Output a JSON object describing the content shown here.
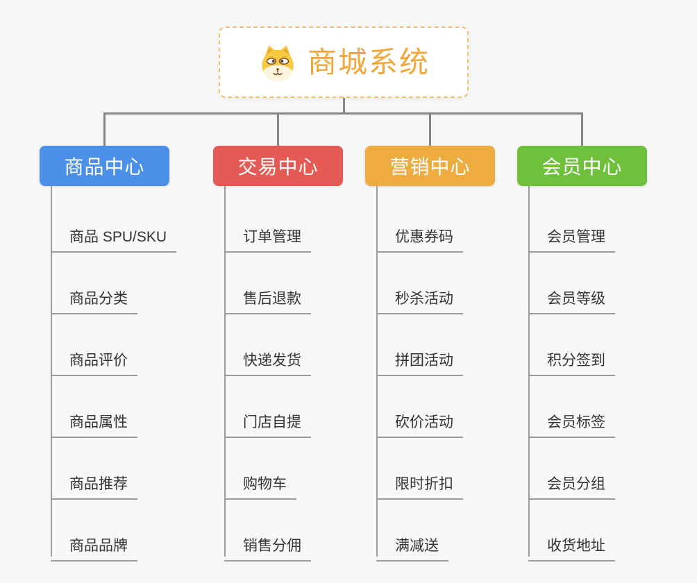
{
  "root": {
    "title": "商城系统",
    "title_color": "#f0a73c",
    "border_color": "#f5c06a",
    "icon": "shiba-dog-icon"
  },
  "connector_color": "#858585",
  "line_color": "#9b9b9b",
  "branches": [
    {
      "label": "商品中心",
      "color": "#4a8fe8",
      "items": [
        "商品 SPU/SKU",
        "商品分类",
        "商品评价",
        "商品属性",
        "商品推荐",
        "商品品牌"
      ]
    },
    {
      "label": "交易中心",
      "color": "#e45a55",
      "items": [
        "订单管理",
        "售后退款",
        "快递发货",
        "门店自提",
        "购物车",
        "销售分佣"
      ]
    },
    {
      "label": "营销中心",
      "color": "#eeac40",
      "items": [
        "优惠券码",
        "秒杀活动",
        "拼团活动",
        "砍价活动",
        "限时折扣",
        "满减送"
      ]
    },
    {
      "label": "会员中心",
      "color": "#6fc13c",
      "items": [
        "会员管理",
        "会员等级",
        "积分签到",
        "会员标签",
        "会员分组",
        "收货地址"
      ]
    }
  ]
}
